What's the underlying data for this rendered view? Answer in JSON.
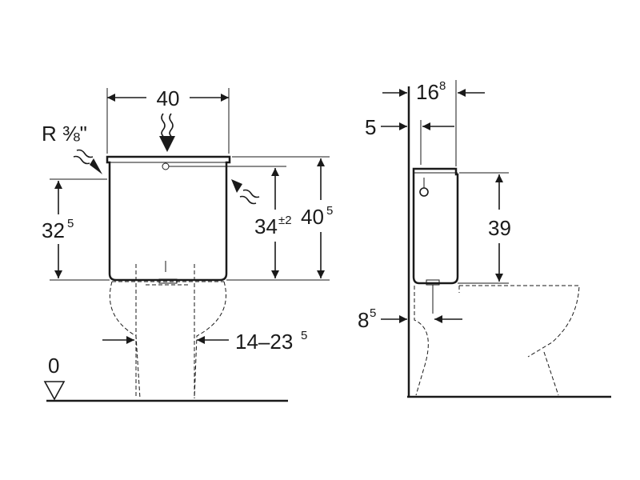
{
  "front_view": {
    "width_label": "40",
    "thread_label": "R ⅜\"",
    "inlet_height_main": "32",
    "inlet_height_sup": "5",
    "outlet_height_main": "34",
    "outlet_height_sup": "±2",
    "total_height_main": "40",
    "total_height_sup": "5",
    "pipe_range_main": "14–23",
    "pipe_range_sup": "5",
    "floor_label": "0"
  },
  "side_view": {
    "depth_main": "16",
    "depth_sup": "8",
    "offset_label": "5",
    "tank_height_label": "39",
    "pipe_offset_main": "8",
    "pipe_offset_sup": "5"
  }
}
